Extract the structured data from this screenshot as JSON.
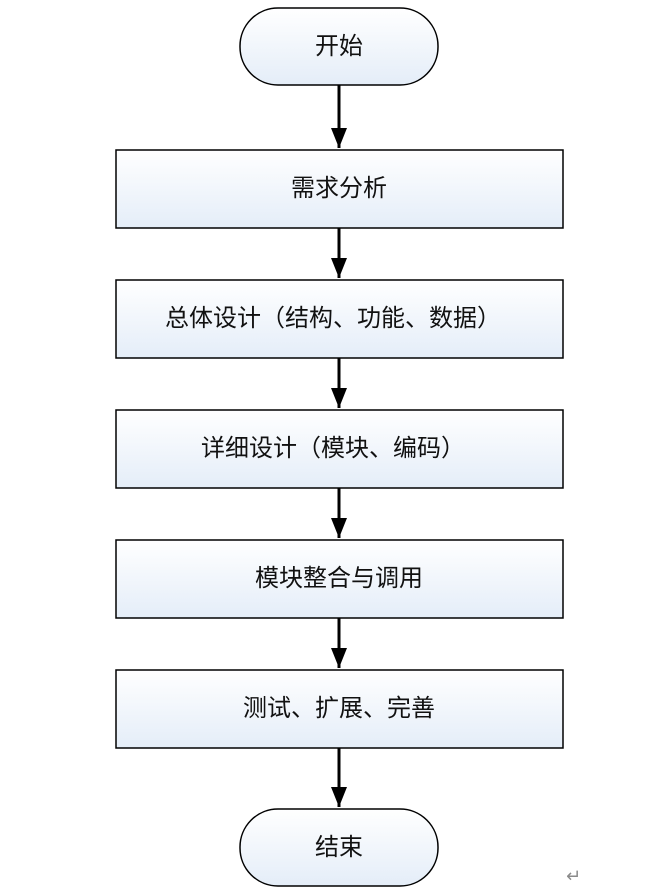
{
  "flowchart": {
    "start": "开始",
    "steps": [
      "需求分析",
      "总体设计（结构、功能、数据）",
      "详细设计（模块、编码）",
      "模块整合与调用",
      "测试、扩展、完善"
    ],
    "end": "结束"
  },
  "paragraph_mark": "↵",
  "colors": {
    "box_fill_top": "#ffffff",
    "box_fill_bottom": "#e6eef8",
    "stroke": "#000000"
  }
}
